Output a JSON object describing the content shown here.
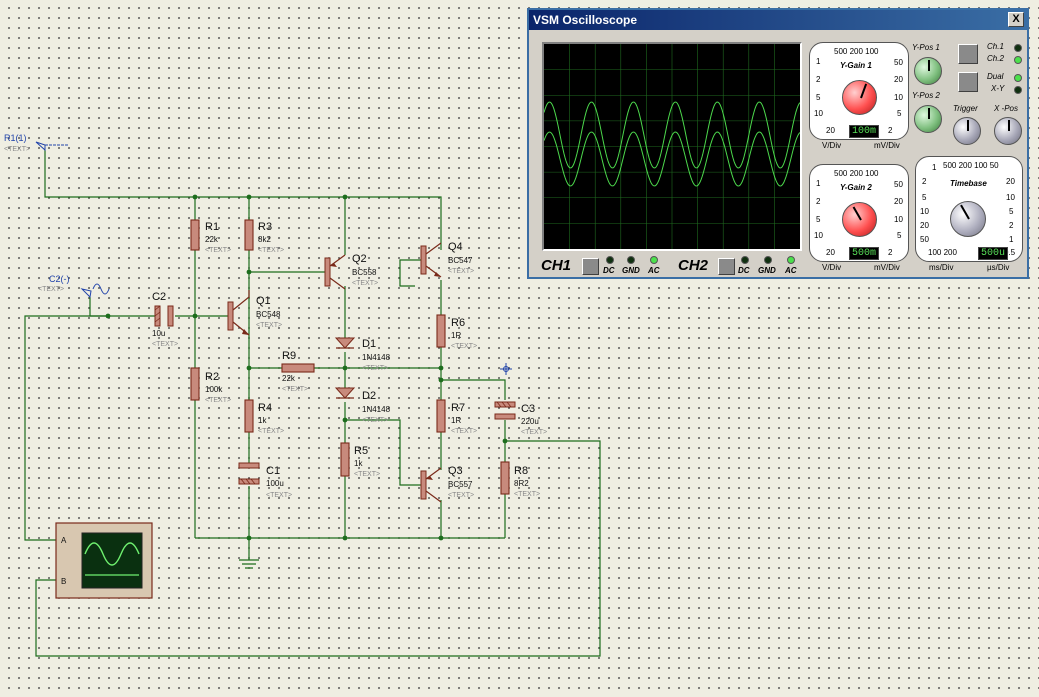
{
  "components": {
    "R1": {
      "ref": "R1",
      "value": "22k"
    },
    "R2": {
      "ref": "R2",
      "value": "100k"
    },
    "R3": {
      "ref": "R3",
      "value": "8k2"
    },
    "R4": {
      "ref": "R4",
      "value": "1k"
    },
    "R5": {
      "ref": "R5",
      "value": "1k"
    },
    "R6": {
      "ref": "R6",
      "value": "1R"
    },
    "R7": {
      "ref": "R7",
      "value": "1R"
    },
    "R8": {
      "ref": "R8",
      "value": "8R2"
    },
    "R9": {
      "ref": "R9",
      "value": "22k"
    },
    "C1": {
      "ref": "C1",
      "value": "100u"
    },
    "C2": {
      "ref": "C2",
      "value": "10u"
    },
    "C3": {
      "ref": "C3",
      "value": "220u"
    },
    "Q1": {
      "ref": "Q1",
      "value": "BC548"
    },
    "Q2": {
      "ref": "Q2",
      "value": "BC558"
    },
    "Q3": {
      "ref": "Q3",
      "value": "BC557"
    },
    "Q4": {
      "ref": "Q4",
      "value": "BC547"
    },
    "D1": {
      "ref": "D1",
      "value": "1N4148"
    },
    "D2": {
      "ref": "D2",
      "value": "1N4148"
    },
    "text_placeholder": "<TEXT>"
  },
  "generators": {
    "r1": {
      "label": "R1(1)",
      "text": "<TEXT>"
    },
    "c2": {
      "label": "C2(-)",
      "text": "<TEXT>"
    }
  },
  "scope_icon": {
    "pin_a": "A",
    "pin_b": "B"
  },
  "oscilloscope": {
    "title": "VSM Oscilloscope",
    "close": "X",
    "ch1": {
      "label": "CH1",
      "dc": "DC",
      "gnd": "GND",
      "ac": "AC",
      "coupling": "AC"
    },
    "ch2": {
      "label": "CH2",
      "dc": "DC",
      "gnd": "GND",
      "ac": "AC",
      "coupling": "AC"
    },
    "ygain1": {
      "title": "Y-Gain 1",
      "top": "500 200 100",
      "left": [
        "1",
        "2",
        "5",
        "10",
        "20"
      ],
      "right": [
        "50",
        "20",
        "10",
        "5",
        "2"
      ],
      "display": "100m",
      "unit_left": "V/Div",
      "unit_right": "mV/Div"
    },
    "ygain2": {
      "title": "Y-Gain 2",
      "top": "500 200 100",
      "left": [
        "1",
        "2",
        "5",
        "10",
        "20"
      ],
      "right": [
        "50",
        "20",
        "10",
        "5",
        "2"
      ],
      "display": "500m",
      "unit_left": "V/Div",
      "unit_right": "mV/Div"
    },
    "timebase": {
      "title": "Timebase",
      "top": "500 200 100 50",
      "left": [
        "1",
        "2",
        "5",
        "10",
        "20",
        "50"
      ],
      "bottom": "100 200",
      "right": [
        "20",
        "10",
        "5",
        "2",
        "1",
        "0.5"
      ],
      "display": "500u",
      "unit_left": "ms/Div",
      "unit_right": "µs/Div"
    },
    "ypos1": "Y-Pos 1",
    "ypos2": "Y-Pos 2",
    "trigger": "Trigger",
    "xpos": "X -Pos",
    "modes": {
      "ch1": "Ch.1",
      "ch2": "Ch.2",
      "dual": "Dual",
      "xy": "X-Y"
    },
    "colors": {
      "trace": "#4cd84c",
      "screen": "#000000",
      "grid": "#1f6a1f"
    }
  }
}
